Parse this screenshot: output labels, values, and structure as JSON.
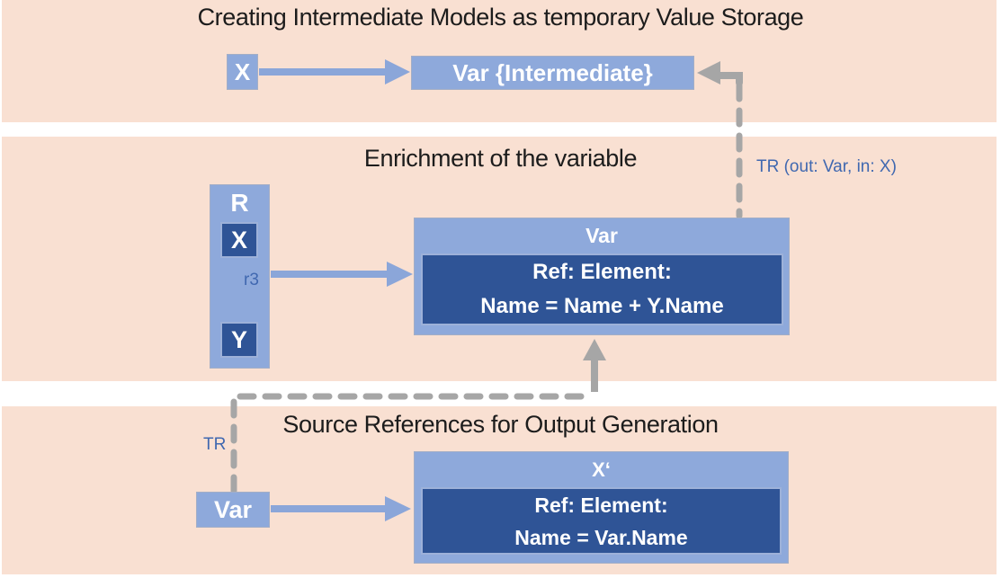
{
  "colors": {
    "band_background": "#f9e0d2",
    "light_blue_box": "#8ea9db",
    "dark_blue_box": "#2f5496",
    "blue_arrow": "#8ba6d9",
    "gray_dashed": "#a6a6a6",
    "blue_label_text": "#4068b0",
    "box_text": "#ffffff",
    "title_text": "#1c1c1c"
  },
  "band1": {
    "title": "Creating Intermediate Models as temporary Value Storage",
    "source_label": "X",
    "target_label": "Var {Intermediate}"
  },
  "band2": {
    "title": "Enrichment of the variable",
    "relation_column": {
      "header": "R",
      "source": "X",
      "edge_label": "r3",
      "target": "Y"
    },
    "var_box": {
      "header": "Var",
      "line1": "Ref: Element:",
      "line2": "Name = Name + Y.Name"
    },
    "tr_label": "TR (out: Var, in: X)"
  },
  "band3": {
    "title": "Source References for Output Generation",
    "source_label": "Var",
    "output_box": {
      "header": "X‘",
      "line1": "Ref: Element:",
      "line2": "Name = Var.Name"
    },
    "tr_label": "TR"
  }
}
